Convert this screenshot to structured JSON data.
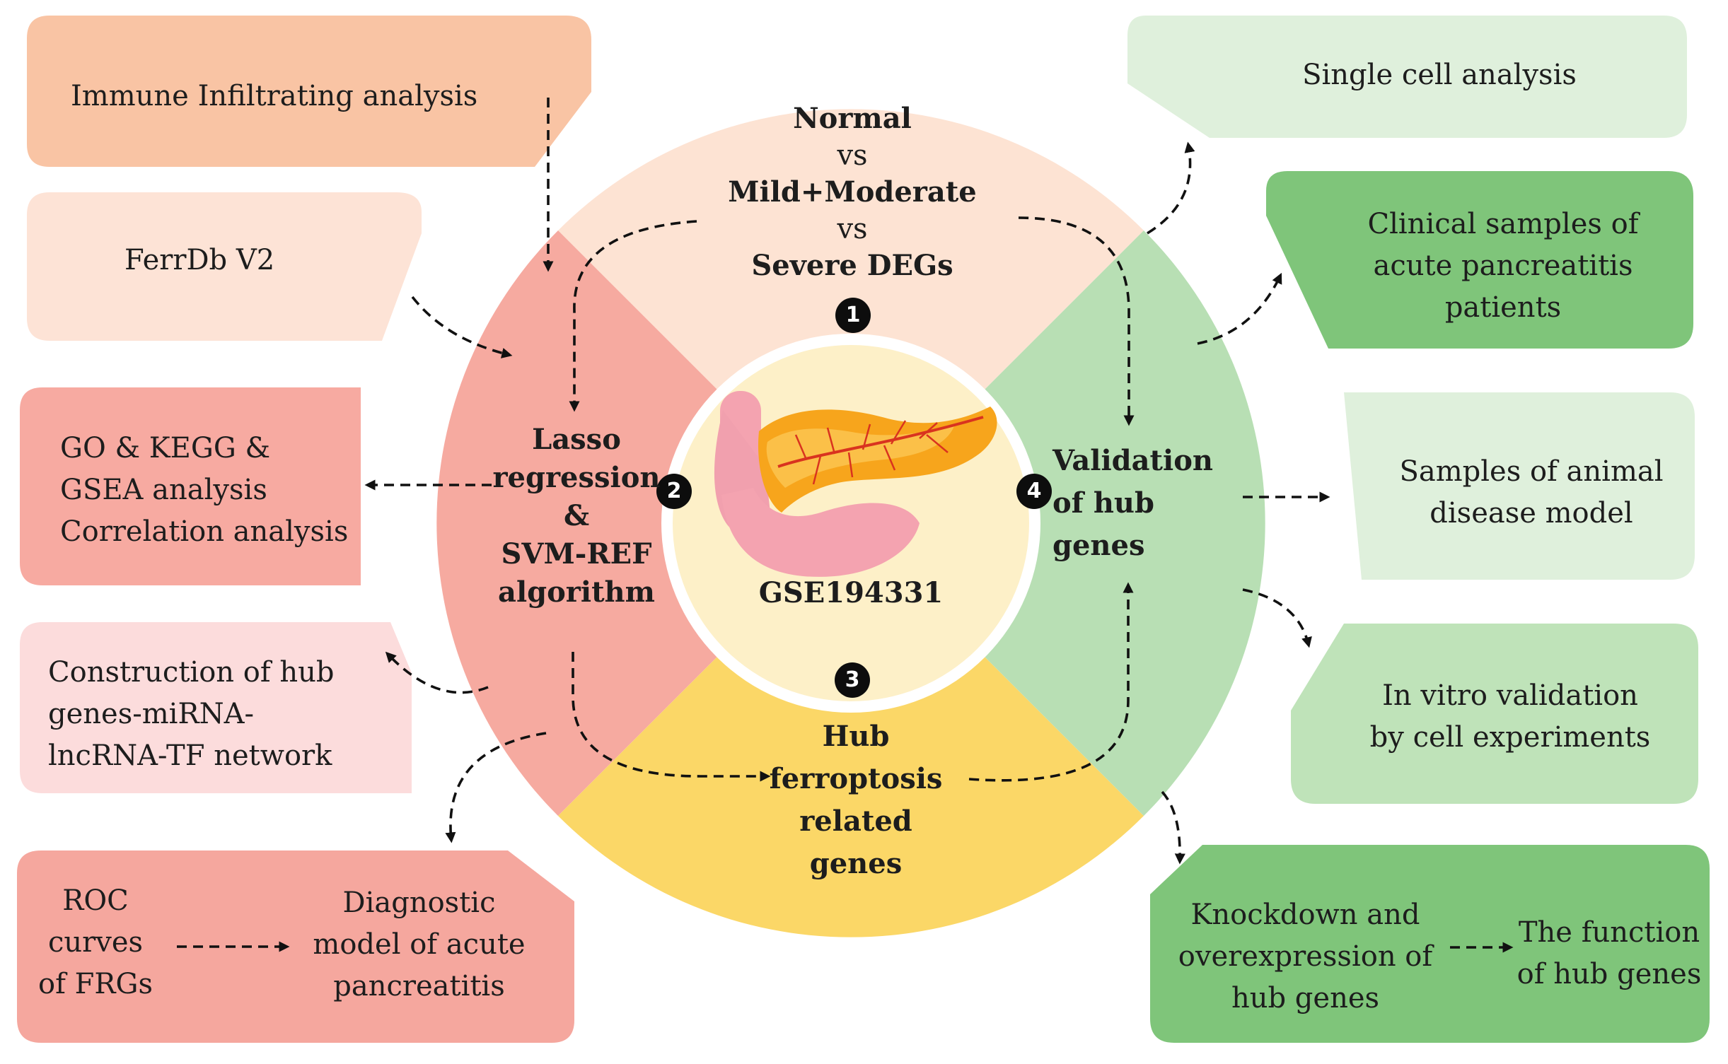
{
  "center": {
    "dataset": "GSE194331",
    "organ_icon": "pancreas-icon"
  },
  "quadrants": {
    "top": {
      "number": "1",
      "lines": [
        "Normal",
        "vs",
        "Mild+Moderate",
        "vs",
        "Severe DEGs"
      ]
    },
    "left": {
      "number": "2",
      "lines": [
        "Lasso",
        "regression",
        "&",
        "SVM-REF",
        "algorithm"
      ]
    },
    "bottom": {
      "number": "3",
      "lines": [
        "Hub",
        "ferroptosis",
        "related",
        "genes"
      ]
    },
    "right": {
      "number": "4",
      "lines": [
        "Validation",
        "of hub",
        "genes"
      ]
    }
  },
  "left_boxes": {
    "immune": {
      "text": "Immune Infiltrating analysis"
    },
    "ferrdb": {
      "text": "FerrDb V2"
    },
    "go_kegg": {
      "lines": [
        "GO & KEGG &",
        "GSEA analysis",
        "Correlation analysis"
      ]
    },
    "network": {
      "lines": [
        "Construction of hub",
        "genes-miRNA-",
        "lncRNA-TF network"
      ]
    },
    "roc": {
      "left_lines": [
        "ROC",
        "curves",
        "of FRGs"
      ],
      "right_lines": [
        "Diagnostic",
        "model of acute",
        "pancreatitis"
      ]
    }
  },
  "right_boxes": {
    "single_cell": {
      "text": "Single cell analysis"
    },
    "clinical": {
      "lines": [
        "Clinical samples of",
        "acute pancreatitis",
        "patients"
      ]
    },
    "animal": {
      "lines": [
        "Samples of animal",
        "disease model"
      ]
    },
    "in_vitro": {
      "lines": [
        "In vitro validation",
        "by cell experiments"
      ]
    },
    "knockdown": {
      "left_lines": [
        "Knockdown and",
        "overexpression of",
        "hub genes"
      ],
      "right_lines": [
        "The function",
        "of hub genes"
      ]
    }
  },
  "colors": {
    "top_quadrant": "#fde3d3",
    "left_quadrant": "#f6aaa0",
    "bottom_quadrant": "#fbd767",
    "right_quadrant": "#b8dfb4",
    "center": "#fdf0c8",
    "immune_box": "#f9c4a4",
    "ferrdb_box": "#fde3d6",
    "go_box": "#f7aaa1",
    "network_box": "#fcdcdc",
    "roc_box": "#f5a79e",
    "single_cell_box": "#dff0dc",
    "clinical_box": "#7fc57a",
    "animal_box": "#dff0dc",
    "in_vitro_box": "#bfe3b9",
    "knockdown_box": "#7fc57a"
  }
}
